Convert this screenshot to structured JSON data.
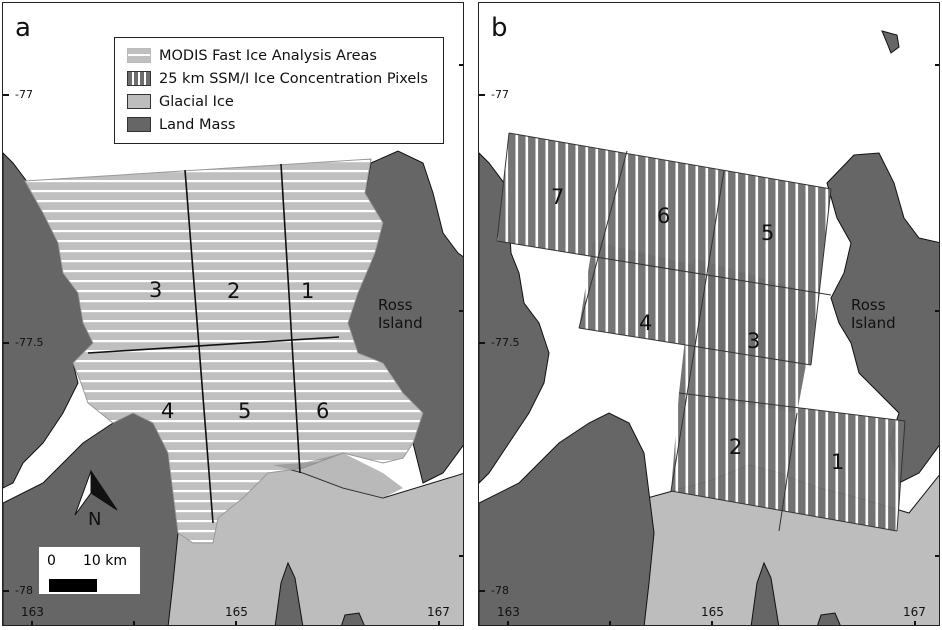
{
  "figure": {
    "panels": [
      {
        "id": "a",
        "letter": "a",
        "legend": {
          "items": [
            {
              "label": "MODIS Fast Ice Analysis Areas",
              "swatch": "horizontal-stripe-light-gray"
            },
            {
              "label": "25 km SSM/I Ice Concentration Pixels",
              "swatch": "vertical-stripe-dark-gray"
            },
            {
              "label": "Glacial Ice",
              "swatch": "light-gray",
              "color": "#bdbdbd"
            },
            {
              "label": "Land Mass",
              "swatch": "dark-gray",
              "color": "#666666"
            }
          ]
        },
        "latitude_labels": [
          "-77",
          "-77.5",
          "-78"
        ],
        "longitude_labels": [
          "163",
          "165",
          "167"
        ],
        "regions": [
          "1",
          "2",
          "3",
          "4",
          "5",
          "6"
        ],
        "place_label": {
          "line1": "Ross",
          "line2": "Island"
        },
        "north_arrow": {
          "label": "N"
        },
        "scale_bar": {
          "start": "0",
          "end": "10 km"
        }
      },
      {
        "id": "b",
        "letter": "b",
        "latitude_labels": [
          "-77",
          "-77.5",
          "-78"
        ],
        "longitude_labels": [
          "163",
          "165",
          "167"
        ],
        "regions": [
          "1",
          "2",
          "3",
          "4",
          "5",
          "6",
          "7"
        ],
        "place_label": {
          "line1": "Ross",
          "line2": "Island"
        }
      }
    ],
    "colors": {
      "land": "#666666",
      "glacial_ice": "#bdbdbd",
      "modis_fill": "#bfbfbf",
      "ssmi_fill": "#6e6e6e",
      "water": "#ffffff",
      "outline": "#111111"
    }
  }
}
